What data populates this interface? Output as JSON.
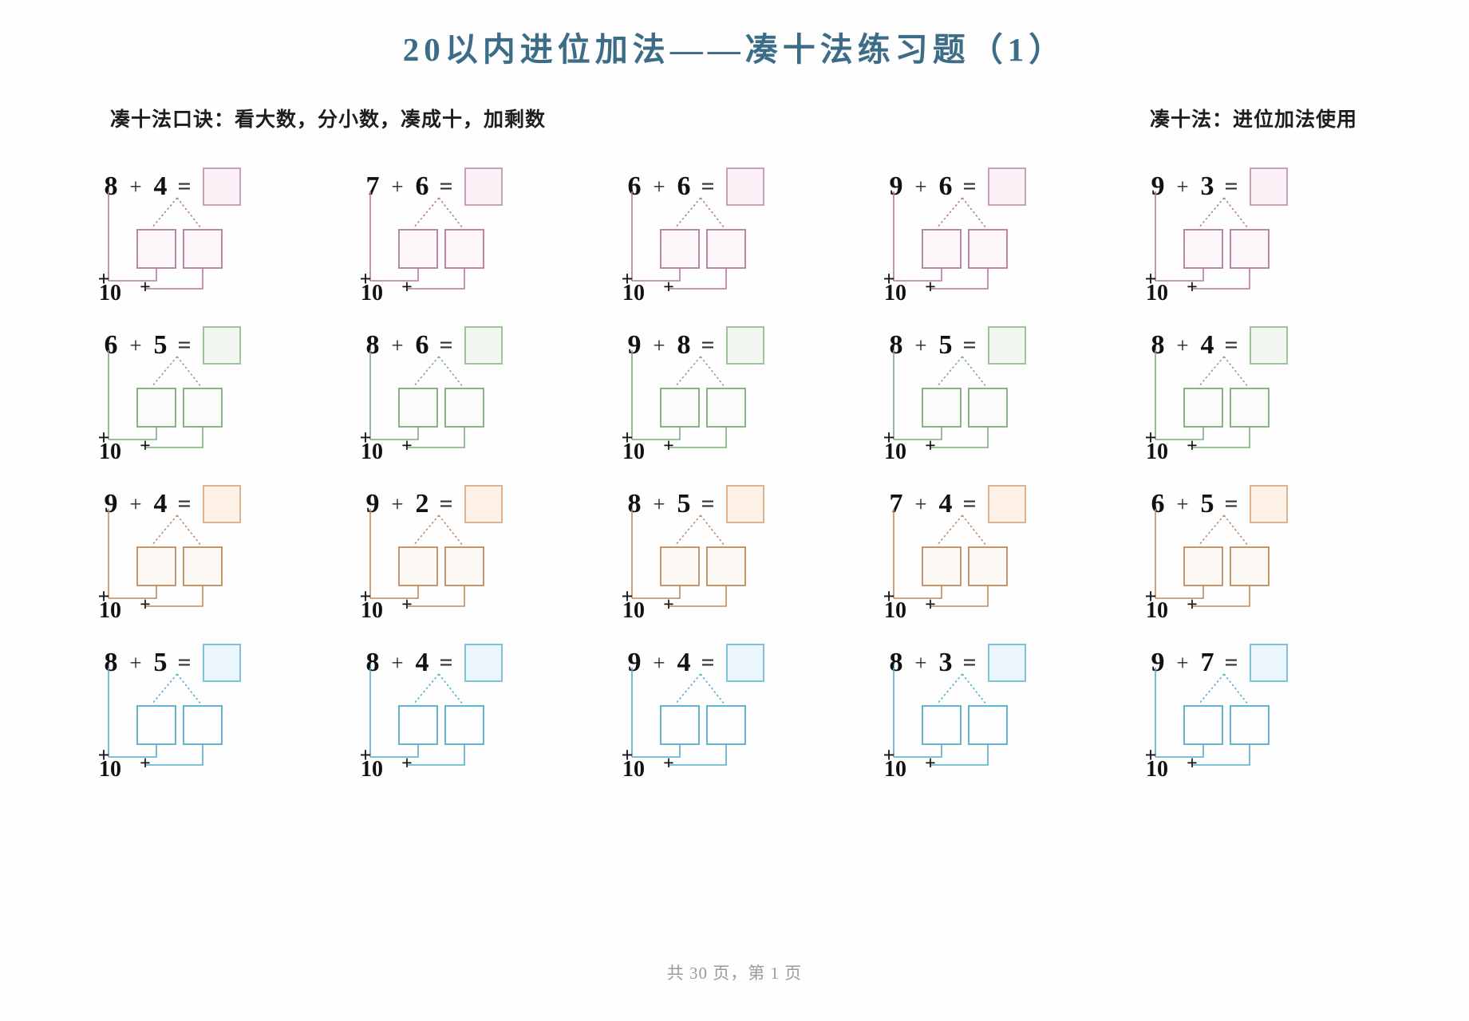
{
  "title": "20以内进位加法——凑十法练习题（1）",
  "subheader": {
    "left": "凑十法口诀：看大数，分小数，凑成十，加剩数",
    "right": "凑十法：进位加法使用"
  },
  "diagram_labels": {
    "ten": "10",
    "plus": "+"
  },
  "rows": [
    {
      "theme": "row-a",
      "stroke": "#b5799e",
      "box_fill": "#fdf7fa",
      "problems": [
        {
          "a": "8",
          "op": "+",
          "b": "4",
          "eq": "=",
          "answer": ""
        },
        {
          "a": "7",
          "op": "+",
          "b": "6",
          "eq": "=",
          "answer": ""
        },
        {
          "a": "6",
          "op": "+",
          "b": "6",
          "eq": "=",
          "answer": ""
        },
        {
          "a": "9",
          "op": "+",
          "b": "6",
          "eq": "=",
          "answer": ""
        },
        {
          "a": "9",
          "op": "+",
          "b": "3",
          "eq": "=",
          "answer": ""
        }
      ]
    },
    {
      "theme": "row-b",
      "stroke": "#7bab77",
      "box_fill": "#fafcfa",
      "problems": [
        {
          "a": "6",
          "op": "+",
          "b": "5",
          "eq": "=",
          "answer": ""
        },
        {
          "a": "8",
          "op": "+",
          "b": "6",
          "eq": "=",
          "answer": ""
        },
        {
          "a": "9",
          "op": "+",
          "b": "8",
          "eq": "=",
          "answer": ""
        },
        {
          "a": "8",
          "op": "+",
          "b": "5",
          "eq": "=",
          "answer": ""
        },
        {
          "a": "8",
          "op": "+",
          "b": "4",
          "eq": "=",
          "answer": ""
        }
      ]
    },
    {
      "theme": "row-c",
      "stroke": "#c08a5c",
      "box_fill": "#fdfaf6",
      "problems": [
        {
          "a": "9",
          "op": "+",
          "b": "4",
          "eq": "=",
          "answer": ""
        },
        {
          "a": "9",
          "op": "+",
          "b": "2",
          "eq": "=",
          "answer": ""
        },
        {
          "a": "8",
          "op": "+",
          "b": "5",
          "eq": "=",
          "answer": ""
        },
        {
          "a": "7",
          "op": "+",
          "b": "4",
          "eq": "=",
          "answer": ""
        },
        {
          "a": "6",
          "op": "+",
          "b": "5",
          "eq": "=",
          "answer": ""
        }
      ]
    },
    {
      "theme": "row-d",
      "stroke": "#53aecb",
      "box_fill": "#fbfdfe",
      "problems": [
        {
          "a": "8",
          "op": "+",
          "b": "5",
          "eq": "=",
          "answer": ""
        },
        {
          "a": "8",
          "op": "+",
          "b": "4",
          "eq": "=",
          "answer": ""
        },
        {
          "a": "9",
          "op": "+",
          "b": "4",
          "eq": "=",
          "answer": ""
        },
        {
          "a": "8",
          "op": "+",
          "b": "3",
          "eq": "=",
          "answer": ""
        },
        {
          "a": "9",
          "op": "+",
          "b": "7",
          "eq": "=",
          "answer": ""
        }
      ]
    }
  ],
  "footer": "共 30 页，第 1 页",
  "colors": {
    "title": "#3d6d86",
    "row_a": "#b5799e",
    "row_b": "#7bab77",
    "row_c": "#c08a5c",
    "row_d": "#53aecb"
  }
}
